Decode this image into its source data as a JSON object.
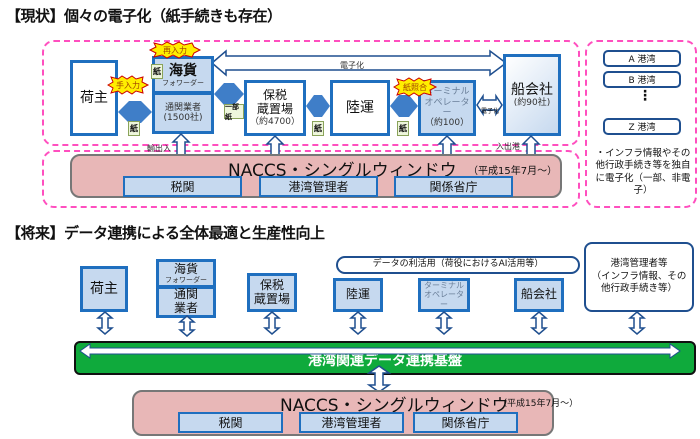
{
  "current": {
    "title": "【現状】個々の電子化（紙手続きも存在）",
    "nodes": {
      "shipper": "荷主",
      "freight_forwarder": "海貨",
      "freight_forwarder_sub": "フォワーダー",
      "customs_broker": "通関業者",
      "customs_broker_count": "(1500社)",
      "bonded_warehouse_1": "保税",
      "bonded_warehouse_2": "蔵置場",
      "bonded_warehouse_count": "（約4700）",
      "land_transport": "陸運",
      "terminal_operator_1": "ターミナル",
      "terminal_operator_2": "オペレーター",
      "terminal_operator_count": "（約100）",
      "shipping_company": "船会社",
      "shipping_company_count": "(約90社)"
    },
    "badges": {
      "manual_input": "手入力",
      "re_input": "再入力",
      "paper_check": "紙照合"
    },
    "paper_label": "紙",
    "partial_paper_label": "一部紙",
    "electronic_label": "電子化",
    "e_short": "電子化",
    "import_export": "輸出入",
    "port_entry_exit": "入出港",
    "naccs": {
      "title": "NACCS・シングルウィンドウ",
      "since": "（平成15年7月～）",
      "agencies": [
        "税関",
        "港湾管理者",
        "関係省庁"
      ]
    },
    "ports": [
      "A 港湾",
      "B 港湾",
      "Z 港湾"
    ],
    "ports_ellipsis": "⋮",
    "ports_note": "・インフラ情報やその他行政手続き等を独自に電子化（一部、非電子）"
  },
  "future": {
    "title": "【将来】データ連携による全体最適と生産性向上",
    "nodes": {
      "shipper": "荷主",
      "freight_forwarder": "海貨",
      "freight_forwarder_sub": "フォワーダー",
      "customs_broker_1": "通関",
      "customs_broker_2": "業者",
      "bonded_warehouse_1": "保税",
      "bonded_warehouse_2": "蔵置場",
      "land_transport": "陸運",
      "terminal_operator_1": "ターミナル",
      "terminal_operator_2": "オペレーター",
      "shipping_company": "船会社",
      "port_admin_1": "港湾管理者等",
      "port_admin_2": "（インフラ情報、その",
      "port_admin_3": "他行政手続き等）"
    },
    "data_use": "データの利活用（荷役におけるAI活用等）",
    "platform": "港湾関連データ連携基盤",
    "naccs": {
      "title": "NACCS・シングルウィンドウ",
      "since": "（平成15年7月～）",
      "agencies": [
        "税関",
        "港湾管理者",
        "関係省庁"
      ]
    }
  },
  "colors": {
    "box_border": "#1f6fbf",
    "box_fill": "#c6d9ef",
    "dashed": "#ff4fbf",
    "naccs_fill": "#e8b7b7",
    "platform_green": "#0faa3c",
    "badge_yellow": "#ffee00"
  }
}
